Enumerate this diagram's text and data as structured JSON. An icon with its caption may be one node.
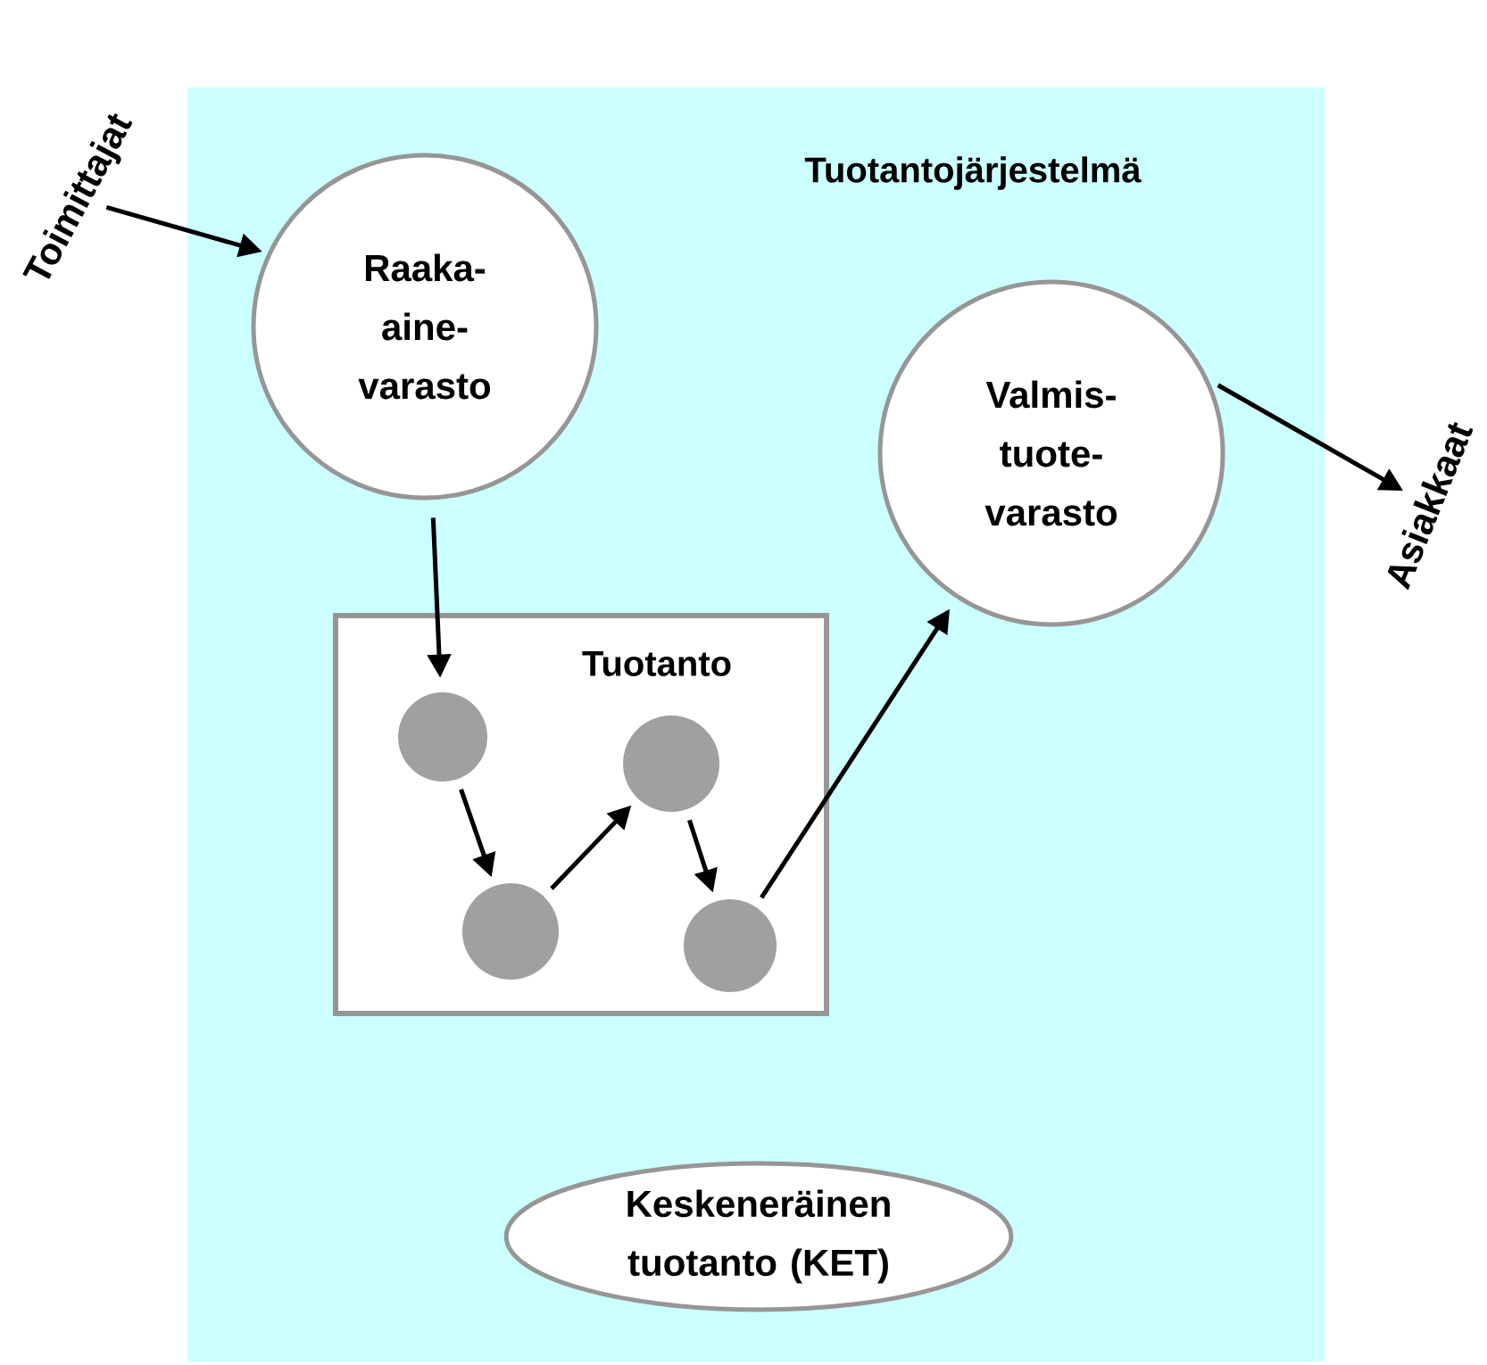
{
  "diagram": {
    "nodes": [
      {
        "text": [
          "Tuotantojärjestelmä"
        ]
      },
      {
        "text": [
          "Toimittajat"
        ]
      },
      {
        "text": [
          "Raaka- aine- varasto"
        ],
        "in": 0
      },
      {
        "text": [
          "Tuotanto"
        ],
        "in": 0
      },
      {
        "text": [],
        "shape": "circle",
        "in": 3
      },
      {
        "text": [],
        "shape": "circle",
        "in": 3
      },
      {
        "text": [],
        "shape": "circle",
        "in": 3
      },
      {
        "text": [],
        "shape": "circle",
        "in": 3
      },
      {
        "text": [
          "Valmis- tuote- varasto"
        ],
        "in": 0
      },
      {
        "text": [
          "Asiakkaat"
        ]
      },
      {
        "text": [
          "Keskeneräinen tuotanto (KET)"
        ],
        "in": 0
      }
    ],
    "edges": [
      {
        "from": 1,
        "to": 2,
        "arrow": "to"
      },
      {
        "from": 2,
        "to": 4,
        "arrow": "to"
      },
      {
        "from": 4,
        "to": 5,
        "arrow": "to"
      },
      {
        "from": 5,
        "to": 6,
        "arrow": "to"
      },
      {
        "from": 6,
        "to": 7,
        "arrow": "to"
      },
      {
        "from": 7,
        "to": 8,
        "arrow": "to"
      },
      {
        "from": 8,
        "to": 9,
        "arrow": "to"
      }
    ]
  }
}
